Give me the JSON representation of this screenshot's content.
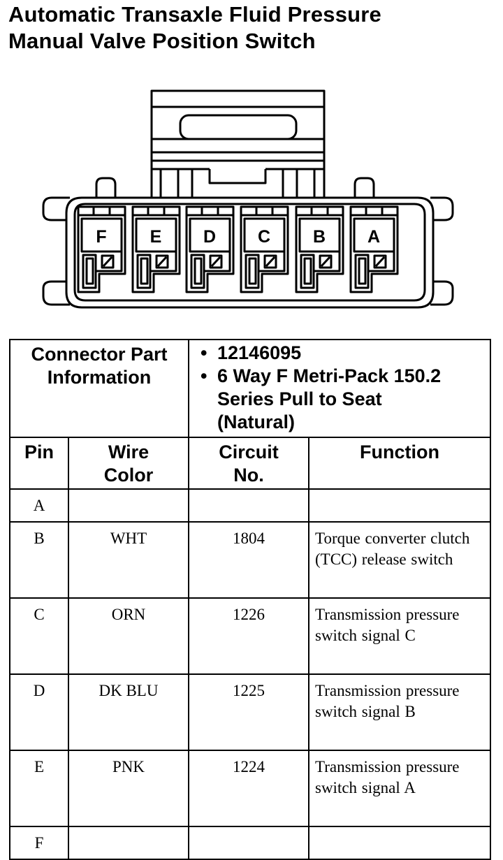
{
  "title": {
    "line1": "Automatic Transaxle Fluid Pressure",
    "line2": "Manual Valve Position Switch"
  },
  "connector": {
    "cavities": [
      "F",
      "E",
      "D",
      "C",
      "B",
      "A"
    ]
  },
  "connector_info": {
    "label_line1": "Connector Part",
    "label_line2": "Information",
    "part_number": "12146095",
    "description_line1": "6 Way F Metri-Pack 150.2",
    "description_line2": "Series Pull to Seat",
    "description_line3": "(Natural)"
  },
  "table": {
    "headers": {
      "pin": "Pin",
      "wire_color_1": "Wire",
      "wire_color_2": "Color",
      "circuit_1": "Circuit",
      "circuit_2": "No.",
      "function": "Function"
    },
    "rows": [
      {
        "pin": "A",
        "wire": "",
        "circuit": "",
        "function": ""
      },
      {
        "pin": "B",
        "wire": "WHT",
        "circuit": "1804",
        "function": "Torque converter clutch (TCC) release switch"
      },
      {
        "pin": "C",
        "wire": "ORN",
        "circuit": "1226",
        "function": "Transmission pressure switch signal C"
      },
      {
        "pin": "D",
        "wire": "DK BLU",
        "circuit": "1225",
        "function": "Transmission pressure switch signal B"
      },
      {
        "pin": "E",
        "wire": "PNK",
        "circuit": "1224",
        "function": "Transmission pressure switch signal A"
      },
      {
        "pin": "F",
        "wire": "",
        "circuit": "",
        "function": ""
      }
    ]
  }
}
